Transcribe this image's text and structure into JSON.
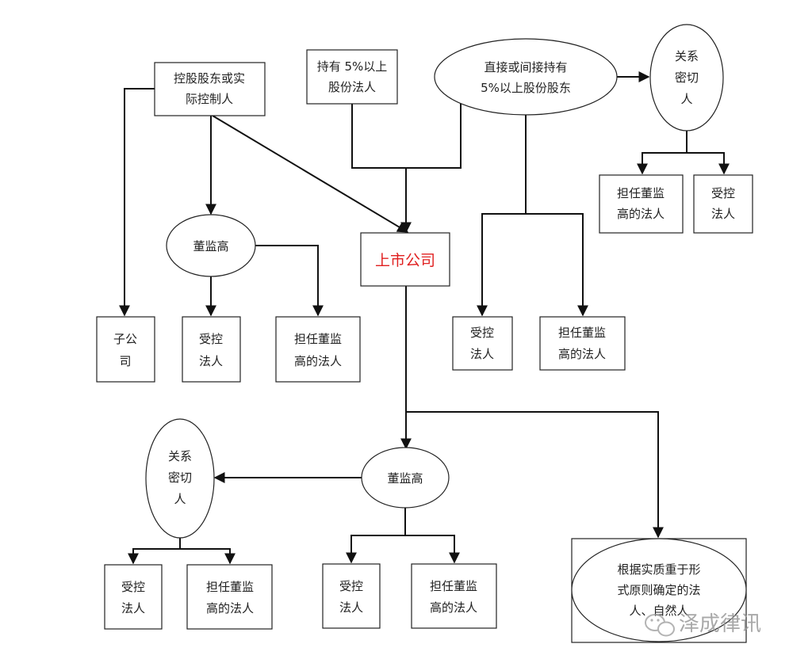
{
  "colors": {
    "text": "#222222",
    "line": "#111111",
    "highlight": "#e02020",
    "watermark": "#9a9a9a"
  },
  "nodes": {
    "controller": [
      "控股股东或实",
      "际控制人"
    ],
    "holder_legal": [
      "持有 5%以上",
      "股份法人"
    ],
    "holder_shareholder": [
      "直接或间接持有",
      "5%以上股份股东"
    ],
    "related_top": [
      "关系",
      "密切",
      "人"
    ],
    "top_serving": [
      "担任董监",
      "高的法人"
    ],
    "top_controlled": [
      "受控",
      "法人"
    ],
    "dsh_left": [
      "董监高"
    ],
    "listed": [
      "上市公司"
    ],
    "subsidiary": [
      "子公",
      "司"
    ],
    "left_controlled": [
      "受控",
      "法人"
    ],
    "left_serving": [
      "担任董监",
      "高的法人"
    ],
    "right_controlled": [
      "受控",
      "法人"
    ],
    "right_serving": [
      "担任董监",
      "高的法人"
    ],
    "dsh_bottom": [
      "董监高"
    ],
    "related_bottom": [
      "关系",
      "密切",
      "人"
    ],
    "bottom_controlled_1": [
      "受控",
      "法人"
    ],
    "bottom_serving_1": [
      "担任董监",
      "高的法人"
    ],
    "bottom_controlled_2": [
      "受控",
      "法人"
    ],
    "bottom_serving_2": [
      "担任董监",
      "高的法人"
    ],
    "substance": [
      "根据实质重于形",
      "式原则确定的法",
      "人、自然人"
    ]
  },
  "watermark": {
    "text": "泽成律讯",
    "icon": "wechat-bubble-icon"
  }
}
